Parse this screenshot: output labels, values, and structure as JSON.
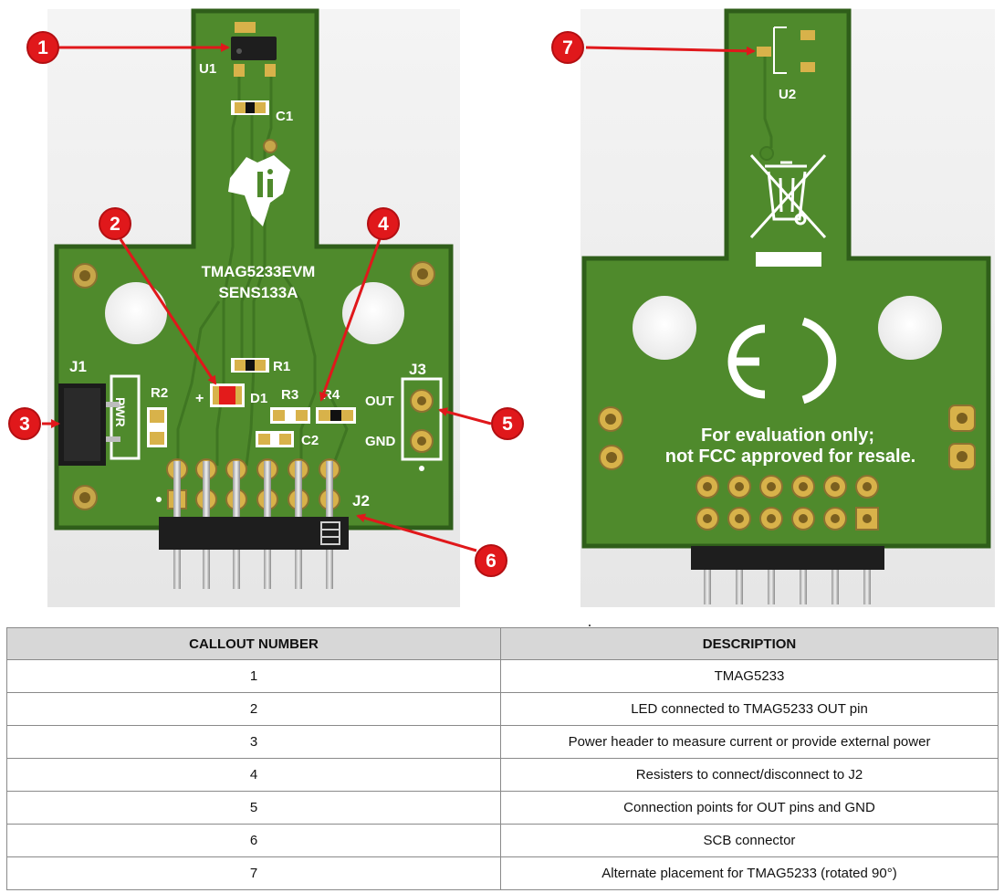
{
  "board_front": {
    "silkscreen": {
      "board_name": "TMAG5233EVM",
      "board_id": "SENS133A",
      "u1": "U1",
      "c1": "C1",
      "r1": "R1",
      "r2": "R2",
      "r3": "R3",
      "r4": "R4",
      "d1": "D1",
      "d1_plus": "+",
      "c2": "C2",
      "j1": "J1",
      "j1_pwr": "PWR",
      "j2": "J2",
      "j3": "J3",
      "out": "OUT",
      "gnd": "GND"
    }
  },
  "board_back": {
    "silkscreen": {
      "u2": "U2",
      "notice_line1": "For evaluation only;",
      "notice_line2": "not FCC approved for resale."
    }
  },
  "callouts": [
    "1",
    "2",
    "3",
    "4",
    "5",
    "6",
    "7"
  ],
  "colors": {
    "pcb": "#4f8a2c",
    "pcb_edge": "#2f5e1a",
    "callout": "#e0181b",
    "pad_gold": "#d8b24a"
  },
  "table": {
    "headers": [
      "CALLOUT NUMBER",
      "DESCRIPTION"
    ],
    "rows": [
      {
        "number": "1",
        "description": "TMAG5233"
      },
      {
        "number": "2",
        "description": "LED connected to TMAG5233 OUT pin"
      },
      {
        "number": "3",
        "description": "Power header to measure current or provide external power"
      },
      {
        "number": "4",
        "description": "Resisters to connect/disconnect to J2"
      },
      {
        "number": "5",
        "description": "Connection points for OUT pins and GND"
      },
      {
        "number": "6",
        "description": "SCB connector"
      },
      {
        "number": "7",
        "description": "Alternate placement for TMAG5233 (rotated 90°)"
      }
    ]
  }
}
